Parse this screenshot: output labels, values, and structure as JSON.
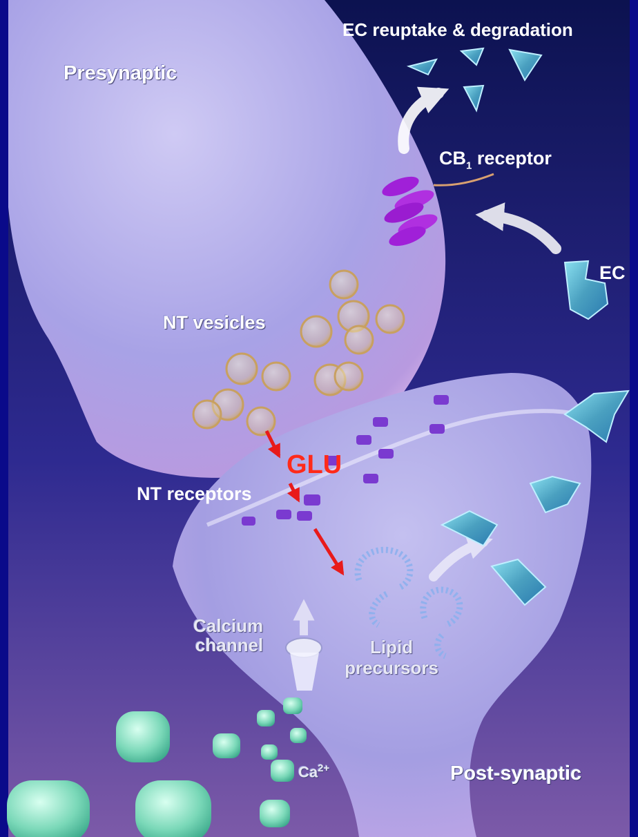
{
  "labels": {
    "ec_reuptake": "EC reuptake & degradation",
    "presynaptic": "Presynaptic",
    "cb1_prefix": "CB",
    "cb1_subscript": "1",
    "cb1_suffix": " receptor",
    "ec": "EC",
    "nt_vesicles": "NT vesicles",
    "glu": "GLU",
    "nt_receptors": "NT receptors",
    "calcium_line1": "Calcium",
    "calcium_line2": "channel",
    "lipid_line1": "Lipid",
    "lipid_line2": "precursors",
    "ca_prefix": "Ca",
    "ca_superscript": "2+",
    "post_synaptic": "Post-synaptic"
  },
  "colors": {
    "frame": "#0a0a8a",
    "background_top": "#0c1250",
    "background_bottom": "#7c5aa8",
    "neuron_body": "#a8a4e8",
    "neuron_highlight": "#f0c8f0",
    "cb1_receptor": "#a020d8",
    "nt_receptor": "#7a3ad0",
    "vesicle": "#e8c890",
    "glu_label": "#ff2a1a",
    "signal_arrow": "#e81a1a",
    "calcium_ion": "#7ad8b8",
    "endocannabinoid": "#5ab0c8",
    "white_arrow": "#ffffff"
  },
  "icons": {
    "endocannabinoid": "triangular-ec-molecule-icon",
    "vesicle": "sphere-vesicle-icon",
    "calcium": "rounded-cube-ion-icon"
  }
}
